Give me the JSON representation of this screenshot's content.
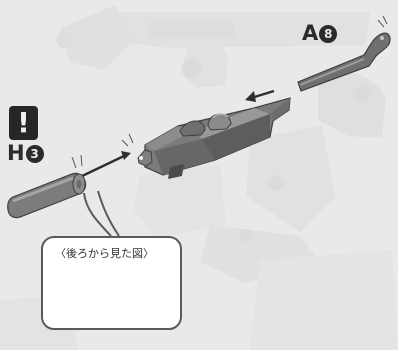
{
  "instruction": {
    "warning_symbol": "!",
    "part_a": {
      "letter": "A",
      "number": "8"
    },
    "part_h": {
      "letter": "H",
      "number": "3"
    },
    "callout_caption": "〈後ろから見た図〉"
  },
  "colors": {
    "background": "#e9e9e9",
    "line": "#2f2f2f",
    "part_dark": "#4a4a4a",
    "part_mid": "#6e6e6e",
    "part_light": "#8f8f8f",
    "shadow": "#c9c9c9"
  }
}
